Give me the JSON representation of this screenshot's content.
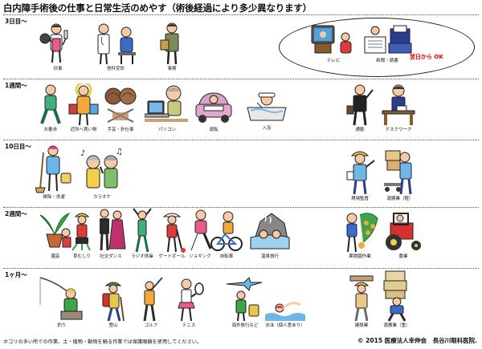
{
  "title": "白内障手術後の仕事と日常生活のめやす（術後経過により多少異なります）",
  "next_day_note": "翌日から OK",
  "sections": [
    {
      "label": "3日目～",
      "activities": [
        {
          "label": "炊事",
          "icon": "cooking-icon"
        },
        {
          "label": "他科受診",
          "icon": "doctor-visit-icon"
        },
        {
          "label": "事務",
          "icon": "office-work-icon"
        },
        {
          "label": "テレビ",
          "icon": "tv-icon"
        },
        {
          "label": "新聞・読書",
          "icon": "newspaper-reading-icon"
        }
      ]
    },
    {
      "label": "1週間～",
      "activities": [
        {
          "label": "お散歩",
          "icon": "walking-icon"
        },
        {
          "label": "近所へ買い物",
          "icon": "shopping-icon"
        },
        {
          "label": "手芸・針仕事",
          "icon": "knitting-icon"
        },
        {
          "label": "パソコン",
          "icon": "computer-icon"
        },
        {
          "label": "運転",
          "icon": "driving-icon"
        },
        {
          "label": "入浴",
          "icon": "bathing-icon"
        },
        {
          "label": "通勤",
          "icon": "commuting-icon"
        },
        {
          "label": "デスクワーク",
          "icon": "desk-work-icon"
        }
      ]
    },
    {
      "label": "10日目～",
      "activities": [
        {
          "label": "掃除・洗濯",
          "icon": "cleaning-icon"
        },
        {
          "label": "カラオケ",
          "icon": "karaoke-icon"
        },
        {
          "label": "現場監督",
          "icon": "site-supervisor-icon"
        },
        {
          "label": "運搬業（軽）",
          "icon": "light-carrying-icon"
        }
      ]
    },
    {
      "label": "2週間～",
      "activities": [
        {
          "label": "園芸",
          "icon": "gardening-icon"
        },
        {
          "label": "草むしり",
          "icon": "weeding-icon"
        },
        {
          "label": "社交ダンス",
          "icon": "ballroom-dance-icon"
        },
        {
          "label": "ラジオ体操",
          "icon": "radio-exercise-icon"
        },
        {
          "label": "ゲートボール",
          "icon": "gateball-icon"
        },
        {
          "label": "ジョギング",
          "icon": "jogging-icon"
        },
        {
          "label": "自転車",
          "icon": "bicycle-icon"
        },
        {
          "label": "温泉旅行",
          "icon": "hot-spring-icon"
        },
        {
          "label": "果樹園作業",
          "icon": "orchard-work-icon"
        },
        {
          "label": "農業",
          "icon": "farming-tractor-icon"
        }
      ]
    },
    {
      "label": "1ヶ月～",
      "activities": [
        {
          "label": "釣り",
          "icon": "fishing-icon"
        },
        {
          "label": "登山",
          "icon": "hiking-icon"
        },
        {
          "label": "ゴルフ",
          "icon": "golf-icon"
        },
        {
          "label": "テニス",
          "icon": "tennis-icon"
        },
        {
          "label": "海外旅行など",
          "icon": "overseas-travel-icon"
        },
        {
          "label": "水泳（個人差あり）",
          "icon": "swimming-icon"
        },
        {
          "label": "建設業",
          "icon": "construction-icon"
        },
        {
          "label": "運搬業（重）",
          "icon": "heavy-carrying-icon"
        }
      ]
    }
  ],
  "footer": {
    "note": "ホコリの多い所での作業、土・植物・動物を触る作業では保護眼鏡を使用してください。",
    "copyright": "© 2015 医療法人幸伸会　長谷川眼科医院."
  }
}
